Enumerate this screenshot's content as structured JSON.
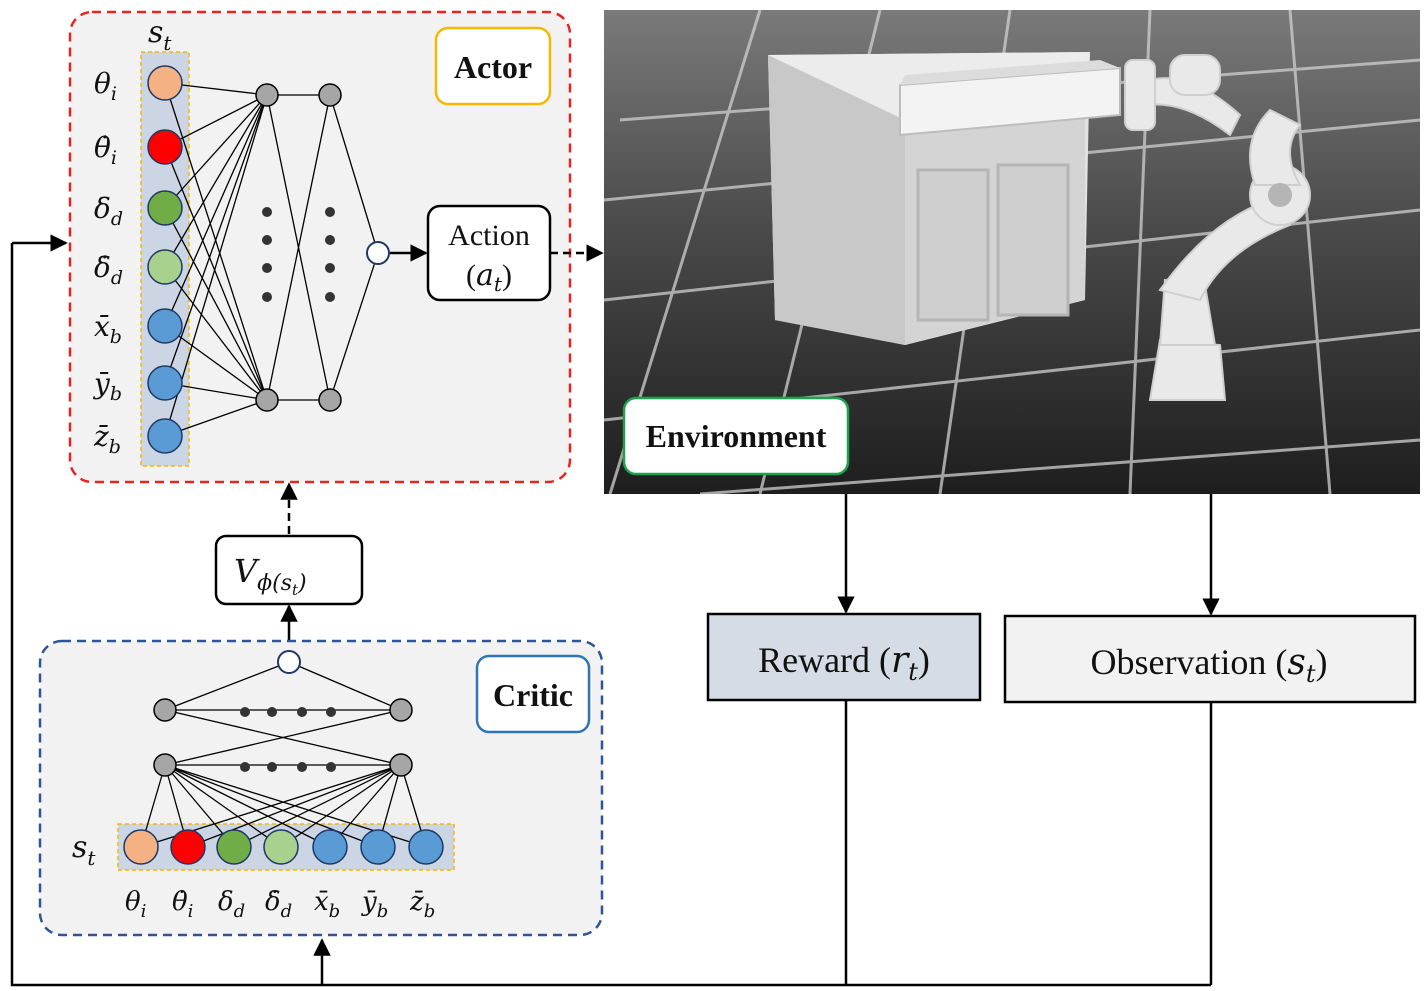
{
  "actor": {
    "title": "Actor",
    "state_label": "s_t",
    "inputs": [
      {
        "label": "θ_i",
        "color": "#f4b183"
      },
      {
        "label": "θ̇_i",
        "color": "#ff0000"
      },
      {
        "label": "δ_d",
        "color": "#70ad47"
      },
      {
        "label": "δ̇_d",
        "color": "#a9d18e"
      },
      {
        "label": "x̄_b",
        "color": "#5b9bd5"
      },
      {
        "label": "ȳ_b",
        "color": "#5b9bd5"
      },
      {
        "label": "z̄_b",
        "color": "#5b9bd5"
      }
    ],
    "action_line1": "Action",
    "action_line2": "(a_t)"
  },
  "critic": {
    "title": "Critic",
    "state_label": "s_t",
    "value_label": "V_ϕ(s_t)"
  },
  "environment": {
    "title": "Environment"
  },
  "reward": {
    "label": "Reward (r_t)",
    "fill": "#d6dce5"
  },
  "observation": {
    "label": "Observation (s_t)",
    "fill": "#f2f2f2"
  },
  "colors": {
    "actor_border": "#e52521",
    "critic_border": "#2f5597",
    "actor_title_border": "#f5b800",
    "critic_title_border": "#2e75b6",
    "env_title_border": "#1aa34a",
    "panel_fill": "#f2f2f2",
    "state_column_fill": "#ccd5e4",
    "neuron_fill": "#a6a6a6"
  }
}
